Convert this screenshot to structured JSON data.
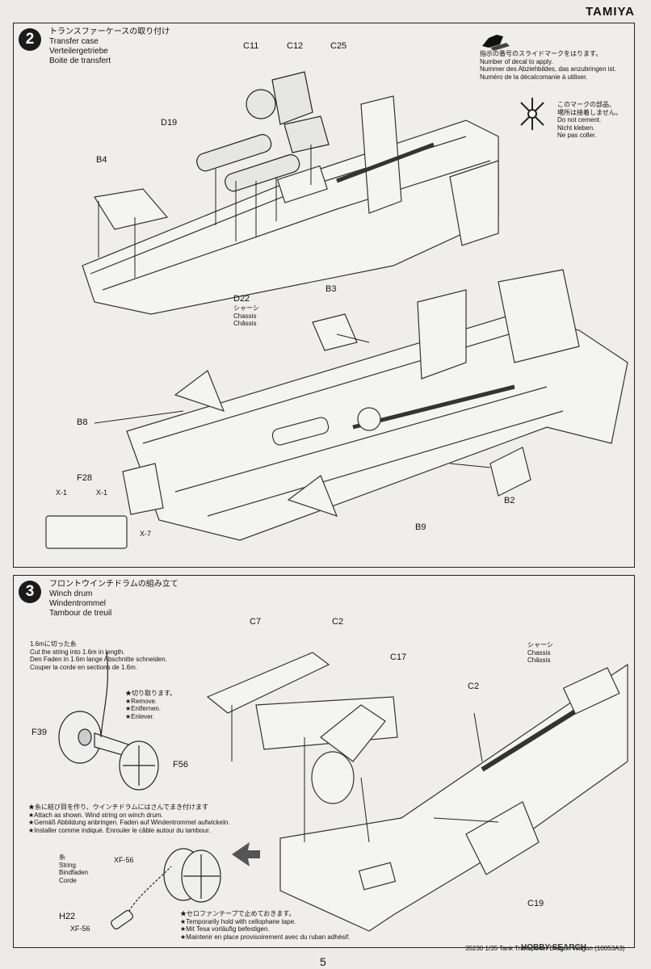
{
  "brand": "TAMIYA",
  "step2": {
    "number": "2",
    "title_ja": "トランスファーケースの取り付け",
    "title_en": "Transfer case",
    "title_de": "Verteilergetriebe",
    "title_fr": "Boite de transfert",
    "legend_decal": {
      "ja": "指示の番号のスライドマークをはります。",
      "en": "Number of decal to apply.",
      "de": "Nummer des Abziehbildes, das anzubringen ist.",
      "fr": "Numéro de la décalcomanie à utiliser."
    },
    "legend_nocement": {
      "ja1": "このマークの部品、",
      "ja2": "場所は接着しません。",
      "en": "Do not cement.",
      "de": "Nicht kleben.",
      "fr": "Ne pas coller."
    },
    "parts": {
      "c11": "C11",
      "c12": "C12",
      "c25": "C25",
      "d19": "D19",
      "b4": "B4",
      "d22": "D22",
      "b3": "B3",
      "b8": "B8",
      "f28": "F28",
      "x1a": "X-1",
      "x1b": "X-1",
      "x7": "X-7",
      "b2": "B2",
      "b9": "B9"
    },
    "chassis": {
      "ja": "シャーシ",
      "en": "Chassis",
      "fr": "Châssis"
    }
  },
  "step3": {
    "number": "3",
    "title_ja": "フロントウインチドラムの組み立て",
    "title_en": "Winch drum",
    "title_de": "Windentrommel",
    "title_fr": "Tambour de treuil",
    "cut_note": {
      "ja": "1.6mに切った糸",
      "en": "Cut the string into 1.6m in length.",
      "de": "Den Faden in 1.6m lange Abschnitte schneiden.",
      "fr": "Couper la corde en sections de 1.6m."
    },
    "remove_note": {
      "ja": "★切り取ります。",
      "en": "★Remove.",
      "de": "★Entfernen.",
      "fr": "★Enlever."
    },
    "attach_note": {
      "ja": "★糸に結び目を作り、ウインチドラムにはさんでまき付けます",
      "en": "★Attach as shown. Wind string on winch drum.",
      "de": "★Gemäß Abbildung anbringen. Faden auf Windentrommel aufwickeln.",
      "fr": "★Installer comme indiqué. Enrouler le câble autour du tambour."
    },
    "string_label": {
      "ja": "糸",
      "en": "String",
      "de": "Bindfaden",
      "fr": "Corde"
    },
    "tape_note": {
      "ja": "★セロファンテープで止めておきます。",
      "en": "★Temporarily hold with cellophane tape.",
      "de": "★Mit Tesa vorläufig befestigen.",
      "fr": "★Maintenir en place provisoirement avec du ruban adhésif."
    },
    "chassis": {
      "ja": "シャーシ",
      "en": "Chassis",
      "fr": "Châssis"
    },
    "parts": {
      "c7": "C7",
      "c2a": "C2",
      "c17": "C17",
      "c2b": "C2",
      "f39": "F39",
      "f56": "F56",
      "xf56a": "XF-56",
      "h22": "H22",
      "xf56b": "XF-56",
      "c19": "C19"
    }
  },
  "footer": {
    "page_number": "5",
    "reference": "35230  1/35 Tank Transporter Dragon Wagon (10053A3)",
    "watermark": "HOBBY SEARCH"
  }
}
